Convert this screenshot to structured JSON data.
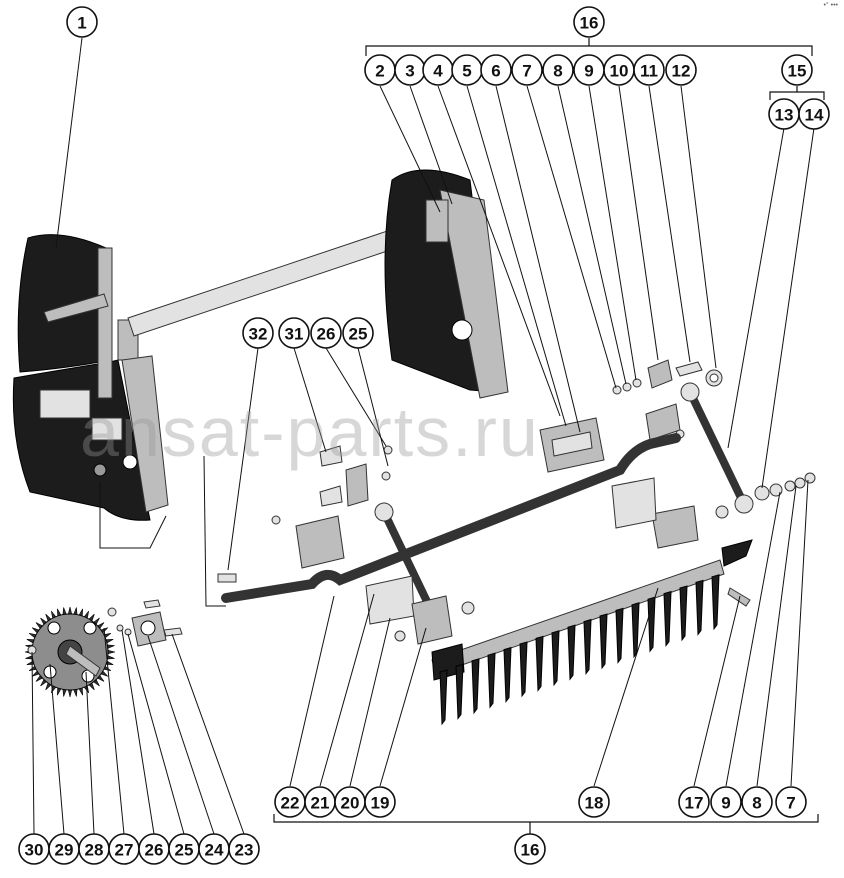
{
  "diagram": {
    "callouts": [
      {
        "id": "c1",
        "label": "1"
      },
      {
        "id": "c16top",
        "label": "16"
      },
      {
        "id": "c2",
        "label": "2"
      },
      {
        "id": "c3",
        "label": "3"
      },
      {
        "id": "c4",
        "label": "4"
      },
      {
        "id": "c5",
        "label": "5"
      },
      {
        "id": "c6",
        "label": "6"
      },
      {
        "id": "c7a",
        "label": "7"
      },
      {
        "id": "c8a",
        "label": "8"
      },
      {
        "id": "c9a",
        "label": "9"
      },
      {
        "id": "c10",
        "label": "10"
      },
      {
        "id": "c11",
        "label": "11"
      },
      {
        "id": "c12",
        "label": "12"
      },
      {
        "id": "c15",
        "label": "15"
      },
      {
        "id": "c13",
        "label": "13"
      },
      {
        "id": "c14",
        "label": "14"
      },
      {
        "id": "c32",
        "label": "32"
      },
      {
        "id": "c31",
        "label": "31"
      },
      {
        "id": "c26a",
        "label": "26"
      },
      {
        "id": "c25a",
        "label": "25"
      },
      {
        "id": "c22",
        "label": "22"
      },
      {
        "id": "c21",
        "label": "21"
      },
      {
        "id": "c20",
        "label": "20"
      },
      {
        "id": "c19",
        "label": "19"
      },
      {
        "id": "c18",
        "label": "18"
      },
      {
        "id": "c17",
        "label": "17"
      },
      {
        "id": "c9b",
        "label": "9"
      },
      {
        "id": "c8b",
        "label": "8"
      },
      {
        "id": "c7b",
        "label": "7"
      },
      {
        "id": "c16bot",
        "label": "16"
      },
      {
        "id": "c30",
        "label": "30"
      },
      {
        "id": "c29",
        "label": "29"
      },
      {
        "id": "c28",
        "label": "28"
      },
      {
        "id": "c27",
        "label": "27"
      },
      {
        "id": "c26b",
        "label": "26"
      },
      {
        "id": "c25b",
        "label": "25"
      },
      {
        "id": "c24",
        "label": "24"
      },
      {
        "id": "c23",
        "label": "23"
      }
    ]
  },
  "watermark": "ansat-parts.ru",
  "corner_mark": "•° •••"
}
